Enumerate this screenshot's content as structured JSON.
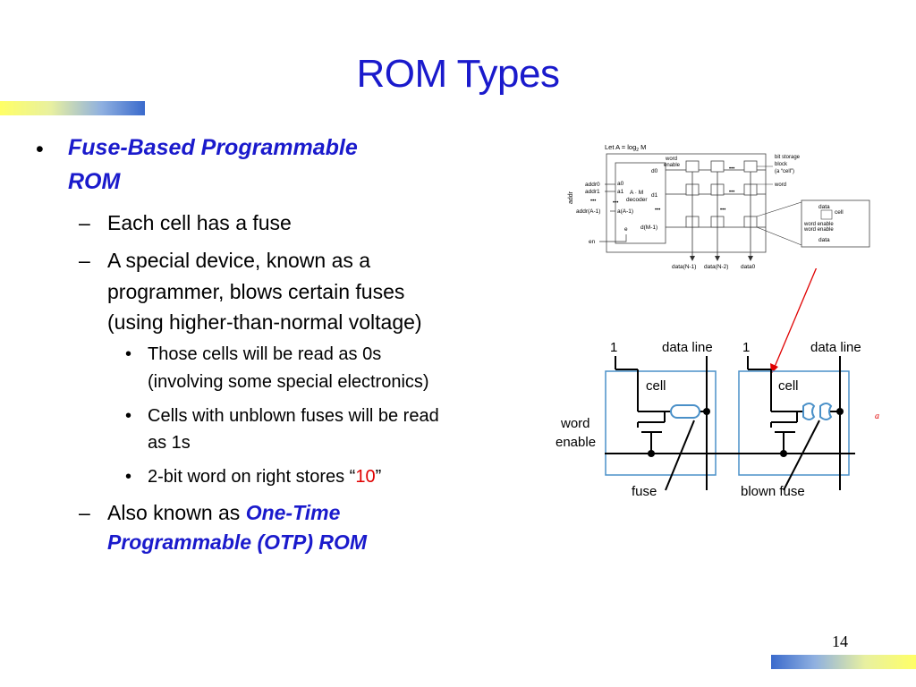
{
  "slide": {
    "title": "ROM Types",
    "page_number": "14"
  },
  "bullets": {
    "main": "Fuse-Based Programmable ROM",
    "main_line1": "Fuse-Based Programmable",
    "main_line2": "ROM",
    "sub1": "Each cell has a fuse",
    "sub2_line1": "A special device, known as a",
    "sub2_line2": "programmer, blows certain fuses",
    "sub2_line3": "(using higher-than-normal voltage)",
    "sub3a_line1": "Those cells will be read as 0s",
    "sub3a_line2": "(involving some special electronics)",
    "sub3b_line1": "Cells with unblown fuses will be read",
    "sub3b_line2": "as 1s",
    "sub3c_prefix": "2-bit word on right stores “",
    "sub3c_value": "10",
    "sub3c_suffix": "”",
    "sub4_prefix": "Also known as ",
    "sub4_em_line1": "One-Time",
    "sub4_em_line2": "Programmable (OTP) ROM"
  },
  "rom_diagram": {
    "let_label": "Let A = log",
    "let_sub": "2",
    "let_suffix": " M",
    "word_enable": "word enable",
    "word_line1": "word",
    "enable_line1": "enable",
    "d0": "d0",
    "d1": "d1",
    "dM1": "d(M-1)",
    "addr_vertical": "addr",
    "addr0": "addr0",
    "addr1": "addr1",
    "addrA1": "addr(A-1)",
    "a0": "a0",
    "a1": "a1",
    "aA1": "a(A-1)",
    "decoder_line1": "A · M",
    "decoder_line2": "decoder",
    "e": "e",
    "en": "en",
    "bit_storage_line1": "bit storage",
    "bit_storage_line2": "block",
    "bit_storage_line3": "(a “cell”)",
    "word_label": "word",
    "dataN1": "data(N-1)",
    "dataN2": "data(N-2)",
    "data0": "data0",
    "zoom_data_top": "data",
    "zoom_cell": "cell",
    "zoom_word_enable_a": "word enable",
    "zoom_word_enable_b": "word enable",
    "zoom_data_bottom": "data",
    "dots": "•••"
  },
  "fuse_diagram": {
    "one_left": "1",
    "data_line_left": "data line",
    "one_right": "1",
    "data_line_right": "data line",
    "cell_left": "cell",
    "cell_right": "cell",
    "word_line1": "word",
    "word_line2": "enable",
    "fuse": "fuse",
    "blown_fuse": "blown fuse",
    "marker": "a"
  },
  "colors": {
    "title": "#1a1acc",
    "emphasis": "#1a1acc",
    "highlight": "#e00000",
    "arrow": "#e00000",
    "cell_box": "#4a90c8"
  }
}
